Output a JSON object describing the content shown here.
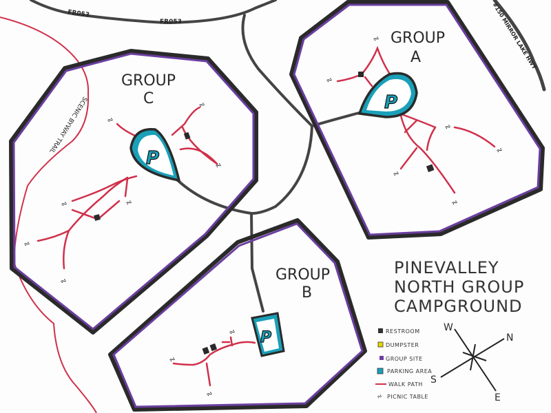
{
  "title": {
    "line1": "PINEVALLEY",
    "line2": "NORTH GROUP",
    "line3": "CAMPGROUND"
  },
  "roads": {
    "fr053_a": "FR053",
    "fr053_b": "FR053",
    "highway": "#150 MIRROR LAKE HWY",
    "trail": "SCENIC BYWAY TRAIL"
  },
  "groups": {
    "a": {
      "label_line1": "GROUP",
      "label_line2": "A"
    },
    "b": {
      "label_line1": "GROUP",
      "label_line2": "B"
    },
    "c": {
      "label_line1": "GROUP",
      "label_line2": "C"
    }
  },
  "parking_letter": "P",
  "table_glyph": "ટ",
  "legend": {
    "items": [
      {
        "label": "RESTROOM",
        "icon": "restroom-square",
        "color": "#333333"
      },
      {
        "label": "DUMPSTER",
        "icon": "dumpster-square",
        "color": "#e8d400"
      },
      {
        "label": "GROUP SITE",
        "icon": "group-site-square",
        "color": "#6b3fa0"
      },
      {
        "label": "PARKING AREA",
        "icon": "parking-square",
        "color": "#1aa0b8"
      },
      {
        "label": "WALK PATH",
        "icon": "walk-path-line",
        "color": "#d0304a"
      },
      {
        "label": "PICNIC TABLE",
        "icon": "picnic-table-glyph",
        "color": "#222222"
      }
    ]
  },
  "compass": {
    "n": "N",
    "s": "S",
    "e": "E",
    "w": "W"
  },
  "colors": {
    "group_border_outer": "#2a2a2a",
    "group_border_inner": "#6b3fa0",
    "road": "#444444",
    "walk_path": "#d0304a",
    "parking_fill": "#1aa0b8",
    "restroom": "#222222"
  }
}
